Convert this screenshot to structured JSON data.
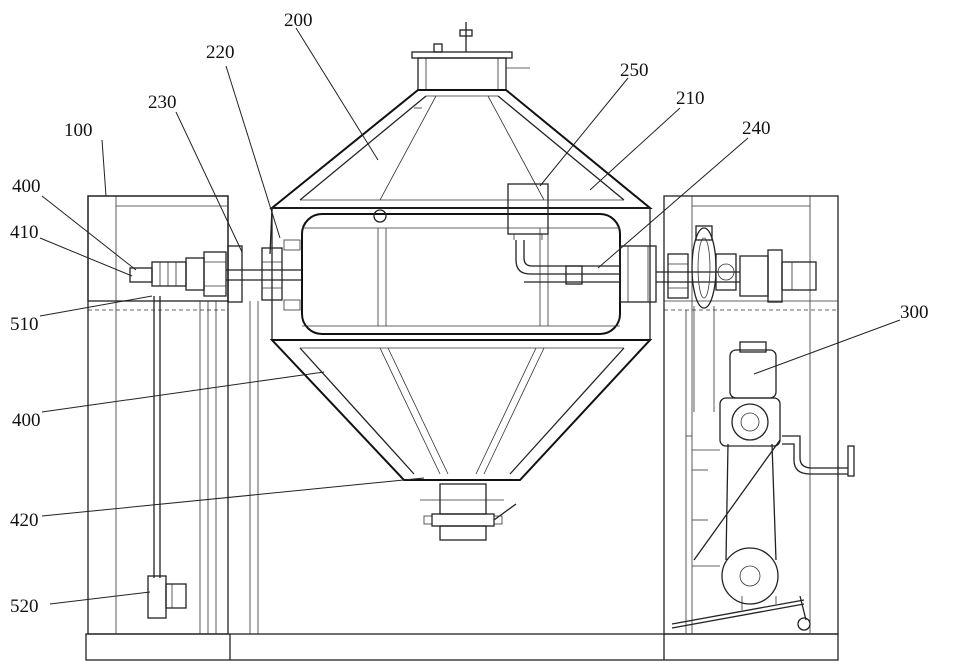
{
  "labels": {
    "l100": "100",
    "l200": "200",
    "l210": "210",
    "l220": "220",
    "l230": "230",
    "l240": "240",
    "l250": "250",
    "l300": "300",
    "l400a": "400",
    "l400b": "400",
    "l410": "410",
    "l420": "420",
    "l510": "510",
    "l520": "520"
  }
}
